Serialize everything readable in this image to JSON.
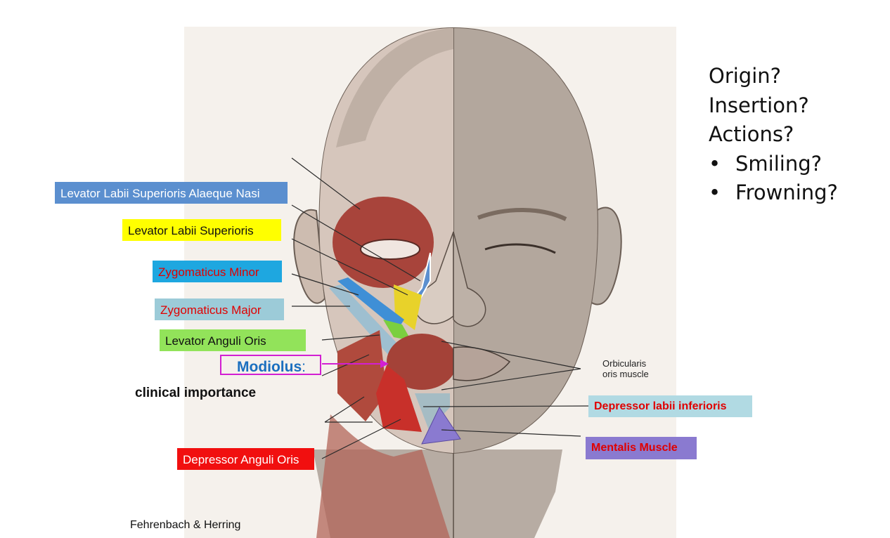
{
  "labels": {
    "levator_labii_sup_alaeque_nasi": "Levator Labii Superioris Alaeque Nasi",
    "levator_labii_sup": "Levator Labii Superioris",
    "zygomaticus_minor": "Zygomaticus Minor",
    "zygomaticus_major": "Zygomaticus Major",
    "levator_anguli_oris": "Levator Anguli Oris",
    "modiolus": "Modiolus",
    "modiolus_colon": ":",
    "clinical": "clinical importance",
    "depressor_anguli_oris": "Depressor Anguli Oris",
    "orbicularis_line1": "Orbicularis",
    "orbicularis_line2": "oris muscle",
    "depressor_labii_inf": "Depressor labii inferioris",
    "mentalis": "Mentalis Muscle",
    "credit": "Fehrenbach & Herring"
  },
  "questions": {
    "origin": "Origin?",
    "insertion": "Insertion?",
    "actions": "Actions?",
    "bullet": "•",
    "smiling": "Smiling?",
    "frowning": "Frowning?"
  },
  "colors": {
    "lls_alaeque_nasi": "#5b8fcf",
    "lls": "#ffff00",
    "zyg_minor": "#1ea7e0",
    "zyg_major": "#9ccbd8",
    "levator_anguli_oris": "#92e35a",
    "depressor_anguli_oris": "#f10f0f",
    "depressor_labii_inf": "#b1dae3",
    "mentalis": "#8a7ad0",
    "modiolus_border": "#d21fd2",
    "modiolus_text": "#1b6fbf",
    "red_text": "#e00000"
  }
}
